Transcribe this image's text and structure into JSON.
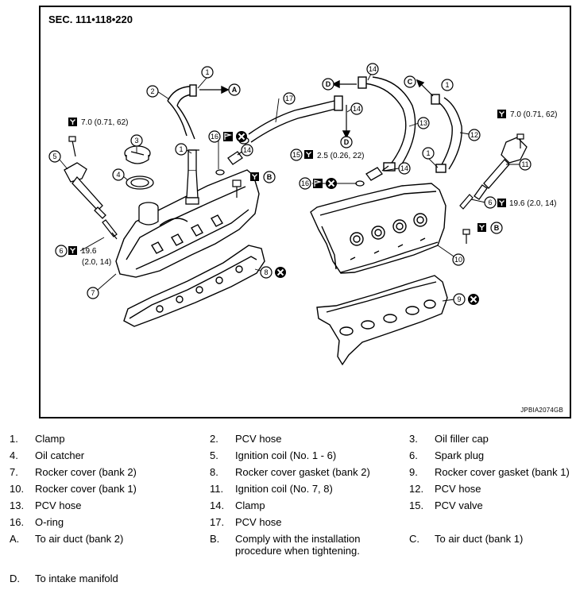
{
  "diagram": {
    "section_title": "SEC. 111•118•220",
    "image_code": "JPBIA2074GB",
    "callouts": {
      "c1a": "1",
      "c2": "2",
      "cA": "A",
      "c3": "3",
      "c4": "4",
      "c5": "5",
      "c1b": "1",
      "c16a": "16",
      "c14a": "14",
      "c17": "17",
      "c14b": "14",
      "cDa": "D",
      "cDb": "D",
      "c14c": "14",
      "c1c": "1",
      "cC": "C",
      "c13": "13",
      "c12": "12",
      "c15": "15",
      "c14d": "14",
      "c1d": "1",
      "c16b": "16",
      "c11": "11",
      "c6a": "6",
      "c6b": "6",
      "c7": "7",
      "c8": "8",
      "c9": "9",
      "c10": "10",
      "cBa": "B",
      "cBb": "B"
    },
    "torques": {
      "t_left_top": "7.0 (0.71, 62)",
      "t_right_top": "7.0 (0.71, 62)",
      "t_pcv": "2.5 (0.26, 22)",
      "t_spark_r": "19.6 (2.0, 14)",
      "t_spark_l_1": "19.6",
      "t_spark_l_2": "(2.0, 14)"
    }
  },
  "legend": [
    [
      {
        "key": "1.",
        "text": "Clamp"
      },
      {
        "key": "2.",
        "text": "PCV hose"
      },
      {
        "key": "3.",
        "text": "Oil filler cap"
      }
    ],
    [
      {
        "key": "4.",
        "text": "Oil catcher"
      },
      {
        "key": "5.",
        "text": "Ignition coil (No. 1 - 6)"
      },
      {
        "key": "6.",
        "text": "Spark plug"
      }
    ],
    [
      {
        "key": "7.",
        "text": "Rocker cover (bank 2)"
      },
      {
        "key": "8.",
        "text": "Rocker cover gasket (bank 2)"
      },
      {
        "key": "9.",
        "text": "Rocker cover gasket (bank 1)"
      }
    ],
    [
      {
        "key": "10.",
        "text": "Rocker cover (bank 1)"
      },
      {
        "key": "11.",
        "text": "Ignition coil (No. 7, 8)"
      },
      {
        "key": "12.",
        "text": "PCV hose"
      }
    ],
    [
      {
        "key": "13.",
        "text": "PCV hose"
      },
      {
        "key": "14.",
        "text": "Clamp"
      },
      {
        "key": "15.",
        "text": "PCV valve"
      }
    ],
    [
      {
        "key": "16.",
        "text": "O-ring"
      },
      {
        "key": "17.",
        "text": "PCV hose"
      }
    ],
    [
      {
        "key": "A.",
        "text": "To air duct (bank 2)"
      },
      {
        "key": "B.",
        "text": "Comply with the installation procedure when tightening."
      },
      {
        "key": "C.",
        "text": "To air duct (bank 1)"
      }
    ],
    [
      {
        "key": "D.",
        "text": "To intake manifold"
      }
    ]
  ]
}
